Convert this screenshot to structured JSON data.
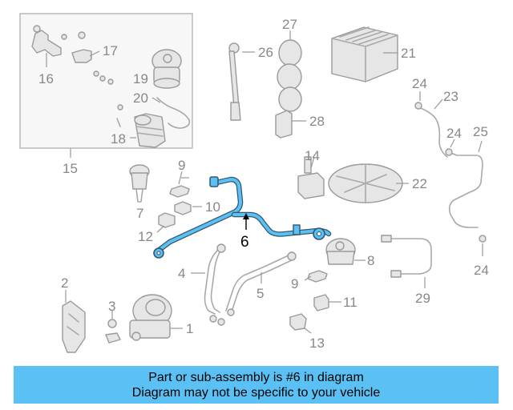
{
  "diagram": {
    "highlight_color": "#5bc1f4",
    "callouts": {
      "c1": "1",
      "c2": "2",
      "c3": "3",
      "c4": "4",
      "c5": "5",
      "c6": "6",
      "c7": "7",
      "c8": "8",
      "c9a": "9",
      "c9b": "9",
      "c10": "10",
      "c11": "11",
      "c12": "12",
      "c13": "13",
      "c14": "14",
      "c15": "15",
      "c16": "16",
      "c17": "17",
      "c18": "18",
      "c19": "19",
      "c20": "20",
      "c21": "21",
      "c22": "22",
      "c23": "23",
      "c24a": "24",
      "c24b": "24",
      "c24c": "24",
      "c25": "25",
      "c26": "26",
      "c27": "27",
      "c28": "28",
      "c29": "29"
    }
  },
  "banner": {
    "line1": "Part or sub-assembly is #6 in diagram",
    "line2": "Diagram may not be specific to your vehicle"
  }
}
